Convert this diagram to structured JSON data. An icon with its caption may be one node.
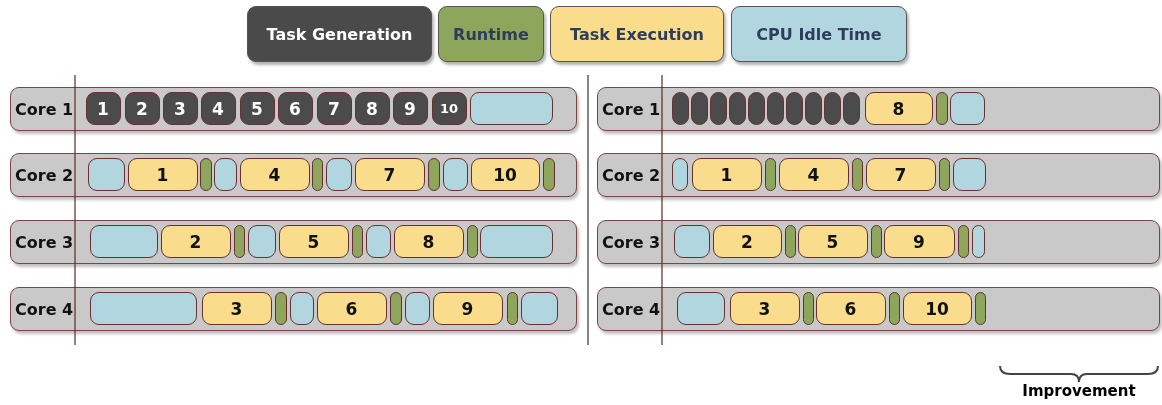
{
  "diagram": {
    "nodes": [
      {
        "text": [
          "Core 1"
        ]
      },
      {
        "text": [
          "1"
        ],
        "in": 0
      },
      {
        "text": [
          "2"
        ],
        "in": 0
      },
      {
        "text": [
          "3"
        ],
        "in": 0
      },
      {
        "text": [
          "4"
        ],
        "in": 0
      },
      {
        "text": [
          "5"
        ],
        "in": 0
      },
      {
        "text": [
          "6"
        ],
        "in": 0
      },
      {
        "text": [
          "7"
        ],
        "in": 0
      },
      {
        "text": [
          "8"
        ],
        "in": 0
      },
      {
        "text": [
          "9"
        ],
        "in": 0
      },
      {
        "text": [
          "10"
        ],
        "in": 0
      },
      {
        "text": [],
        "shape": "box",
        "in": 0
      },
      {
        "text": [
          "Core 2"
        ]
      },
      {
        "text": [],
        "shape": "box",
        "in": 12
      },
      {
        "text": [
          "1"
        ],
        "in": 12
      },
      {
        "text": [],
        "shape": "box",
        "in": 12
      },
      {
        "text": [],
        "shape": "box",
        "in": 12
      },
      {
        "text": [
          "4"
        ],
        "in": 12
      },
      {
        "text": [],
        "shape": "box",
        "in": 12
      },
      {
        "text": [],
        "shape": "box",
        "in": 12
      },
      {
        "text": [
          "7"
        ],
        "in": 12
      },
      {
        "text": [],
        "shape": "box",
        "in": 12
      },
      {
        "text": [],
        "shape": "box",
        "in": 12
      },
      {
        "text": [
          "10"
        ],
        "in": 12
      },
      {
        "text": [],
        "shape": "box",
        "in": 12
      },
      {
        "text": [
          "Core 3"
        ]
      },
      {
        "text": [],
        "shape": "box",
        "in": 25
      },
      {
        "text": [
          "2"
        ],
        "in": 25
      },
      {
        "text": [],
        "shape": "box",
        "in": 25
      },
      {
        "text": [],
        "shape": "box",
        "in": 25
      },
      {
        "text": [
          "5"
        ],
        "in": 25
      },
      {
        "text": [],
        "shape": "box",
        "in": 25
      },
      {
        "text": [],
        "shape": "box",
        "in": 25
      },
      {
        "text": [
          "8"
        ],
        "in": 25
      },
      {
        "text": [],
        "shape": "box",
        "in": 25
      },
      {
        "text": [],
        "shape": "box",
        "in": 25
      },
      {
        "text": [
          "Core 4"
        ]
      },
      {
        "text": [],
        "shape": "box",
        "in": 36
      },
      {
        "text": [
          "3"
        ],
        "in": 36
      },
      {
        "text": [],
        "shape": "box",
        "in": 36
      },
      {
        "text": [],
        "shape": "box",
        "in": 36
      },
      {
        "text": [
          "6"
        ],
        "in": 36
      },
      {
        "text": [],
        "shape": "box",
        "in": 36
      },
      {
        "text": [],
        "shape": "box",
        "in": 36
      },
      {
        "text": [
          "9"
        ],
        "in": 36
      },
      {
        "text": [],
        "shape": "box",
        "in": 36
      },
      {
        "text": [],
        "shape": "box",
        "in": 36
      },
      {
        "text": [
          "Core 1"
        ]
      },
      {
        "text": [],
        "shape": "box",
        "in": 47
      },
      {
        "text": [],
        "shape": "box",
        "in": 47
      },
      {
        "text": [],
        "shape": "box",
        "in": 47
      },
      {
        "text": [],
        "shape": "box",
        "in": 47
      },
      {
        "text": [],
        "shape": "box",
        "in": 47
      },
      {
        "text": [],
        "shape": "box",
        "in": 47
      },
      {
        "text": [],
        "shape": "box",
        "in": 47
      },
      {
        "text": [],
        "shape": "box",
        "in": 47
      },
      {
        "text": [],
        "shape": "box",
        "in": 47
      },
      {
        "text": [],
        "shape": "box",
        "in": 47
      },
      {
        "text": [
          "8"
        ],
        "in": 47
      },
      {
        "text": [],
        "shape": "box",
        "in": 47
      },
      {
        "text": [],
        "shape": "box",
        "in": 47
      },
      {
        "text": [
          "Core 2"
        ]
      },
      {
        "text": [],
        "shape": "box",
        "in": 61
      },
      {
        "text": [
          "1"
        ],
        "in": 61
      },
      {
        "text": [],
        "shape": "box",
        "in": 61
      },
      {
        "text": [
          "4"
        ],
        "in": 61
      },
      {
        "text": [],
        "shape": "box",
        "in": 61
      },
      {
        "text": [
          "7"
        ],
        "in": 61
      },
      {
        "text": [],
        "shape": "box",
        "in": 61
      },
      {
        "text": [],
        "shape": "box",
        "in": 61
      },
      {
        "text": [
          "Core 3"
        ]
      },
      {
        "text": [],
        "shape": "box",
        "in": 70
      },
      {
        "text": [
          "2"
        ],
        "in": 70
      },
      {
        "text": [],
        "shape": "box",
        "in": 70
      },
      {
        "text": [
          "5"
        ],
        "in": 70
      },
      {
        "text": [],
        "shape": "box",
        "in": 70
      },
      {
        "text": [
          "9"
        ],
        "in": 70
      },
      {
        "text": [],
        "shape": "box",
        "in": 70
      },
      {
        "text": [],
        "shape": "box",
        "in": 70
      },
      {
        "text": [
          "Core 4"
        ]
      },
      {
        "text": [],
        "shape": "box",
        "in": 79
      },
      {
        "text": [
          "3"
        ],
        "in": 79
      },
      {
        "text": [],
        "shape": "box",
        "in": 79
      },
      {
        "text": [
          "6"
        ],
        "in": 79
      },
      {
        "text": [],
        "shape": "box",
        "in": 79
      },
      {
        "text": [
          "10"
        ],
        "in": 79
      },
      {
        "text": [],
        "shape": "box",
        "in": 79
      }
    ],
    "labels": [
      "Improvement"
    ],
    "legend": [
      {
        "text": "Task Generation",
        "color": "#4a4a4a"
      },
      {
        "text": "Runtime",
        "color": "#8ea65c"
      },
      {
        "text": "Task Execution",
        "color": "#f9dc8c"
      },
      {
        "text": "CPU Idle Time",
        "color": "#b2d6df"
      }
    ]
  }
}
